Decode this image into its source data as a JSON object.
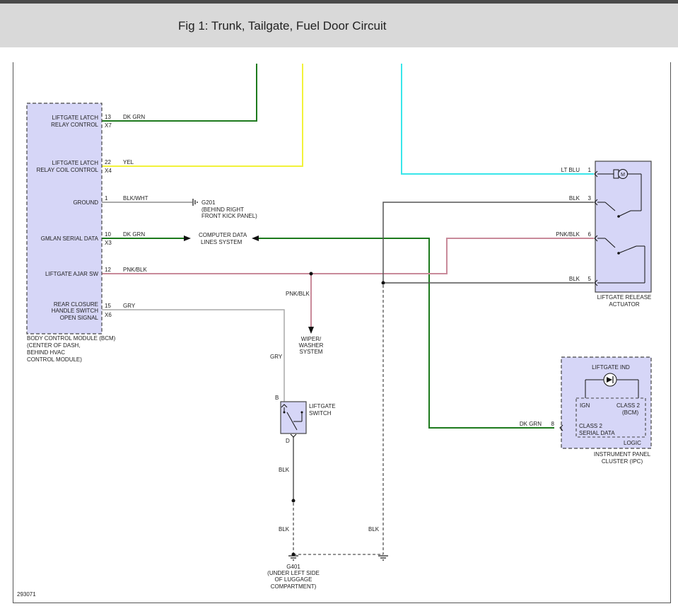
{
  "header": {
    "title": "Fig 1: Trunk, Tailgate, Fuel Door Circuit"
  },
  "bcm": {
    "pins": [
      {
        "label1": "LIFTGATE LATCH",
        "label2": "RELAY CONTROL",
        "pin": "13",
        "conn": "X7",
        "wire": "DK GRN"
      },
      {
        "label1": "LIFTGATE LATCH",
        "label2": "RELAY COIL CONTROL",
        "pin": "22",
        "conn": "X4",
        "wire": "YEL"
      },
      {
        "label1": "GROUND",
        "label2": "",
        "pin": "1",
        "conn": "",
        "wire": "BLK/WHT"
      },
      {
        "label1": "GMLAN SERIAL DATA",
        "label2": "",
        "pin": "10",
        "conn": "X3",
        "wire": "DK GRN"
      },
      {
        "label1": "LIFTGATE AJAR SW",
        "label2": "",
        "pin": "12",
        "conn": "",
        "wire": "PNK/BLK"
      },
      {
        "label1": "REAR CLOSURE",
        "label2": "HANDLE SWITCH",
        "label3": "OPEN SIGNAL",
        "pin": "15",
        "conn": "X6",
        "wire": "GRY"
      }
    ],
    "caption": [
      "BODY CONTROL MODULE (BCM)",
      "(CENTER OF DASH,",
      "BEHIND HVAC",
      "CONTROL MODULE)"
    ]
  },
  "g201": [
    "G201",
    "(BEHIND RIGHT",
    "FRONT KICK PANEL)"
  ],
  "data_lines": [
    "COMPUTER DATA",
    "LINES SYSTEM"
  ],
  "wiper": {
    "wire": "PNK/BLK",
    "label": [
      "WIPER/",
      "WASHER",
      "SYSTEM"
    ]
  },
  "actuator": {
    "pins": [
      {
        "wire": "LT BLU",
        "pin": "1"
      },
      {
        "wire": "BLK",
        "pin": "3"
      },
      {
        "wire": "PNK/BLK",
        "pin": "6"
      },
      {
        "wire": "BLK",
        "pin": "5"
      }
    ],
    "motor": "M",
    "caption": [
      "LIFTGATE RELEASE",
      "ACTUATOR"
    ]
  },
  "ipc": {
    "ind": "LIFTGATE IND",
    "ign": "IGN",
    "class2_bcm": [
      "CLASS 2",
      "(BCM)"
    ],
    "class2_sd": [
      "CLASS 2",
      "SERIAL DATA"
    ],
    "logic": "LOGIC",
    "wire": "DK GRN",
    "pin": "8",
    "caption": [
      "INSTRUMENT PANEL",
      "CLUSTER (IPC)"
    ]
  },
  "switch": {
    "wire_top": "GRY",
    "pin_b": "B",
    "pin_d": "D",
    "label": [
      "LIFTGATE",
      "SWITCH"
    ],
    "wire_bottom": "BLK",
    "wire_lower": "BLK",
    "wire_right": "BLK"
  },
  "g401": [
    "G401",
    "(UNDER LEFT SIDE",
    "OF LUGGAGE",
    "COMPARTMENT)"
  ],
  "figure_number": "293071",
  "colors": {
    "dk_grn": "#1d7a1d",
    "yel": "#f2f23a",
    "lt_blu": "#39e6ea",
    "pnk_blk": "#c98a9a",
    "gry": "#a9a9a9",
    "blk": "#555555",
    "module_fill": "#d6d6f7"
  }
}
